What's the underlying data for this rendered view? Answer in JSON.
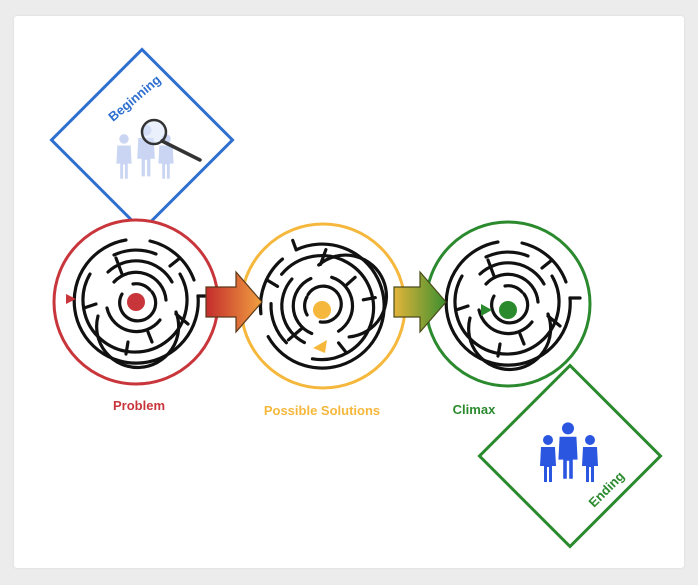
{
  "stages": [
    {
      "label": "Problem",
      "color": "#c8363c"
    },
    {
      "label": "Possible Solutions",
      "color": "#f5b83d"
    },
    {
      "label": "Climax",
      "color": "#2b8a2e"
    }
  ],
  "diamonds": [
    {
      "label": "Beginning",
      "color": "#2e6fcf",
      "icon": "people-magnifier-icon"
    },
    {
      "label": "Ending",
      "color": "#2b8a2e",
      "icon": "people-icon"
    }
  ],
  "arrows": [
    {
      "from": "Problem",
      "to": "Possible Solutions",
      "gradient": [
        "#c42c2c",
        "#f0a040"
      ]
    },
    {
      "from": "Possible Solutions",
      "to": "Climax",
      "gradient": [
        "#e4b43a",
        "#3b8f2f"
      ]
    }
  ],
  "maze_color": "#111111"
}
